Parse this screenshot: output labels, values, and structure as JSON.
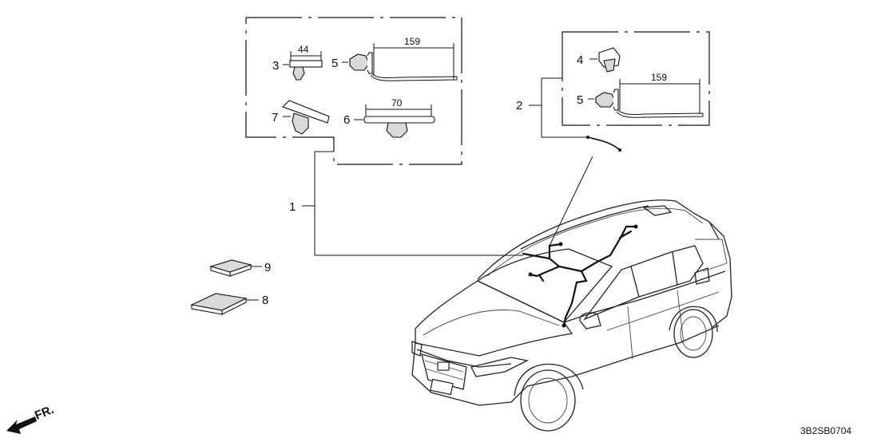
{
  "diagram": {
    "callouts": {
      "c1": "1",
      "c2": "2",
      "c3": "3",
      "c4": "4",
      "c5a": "5",
      "c5b": "5",
      "c6": "6",
      "c7": "7",
      "c8": "8",
      "c9": "9"
    },
    "dimensions": {
      "d44": "44",
      "d159a": "159",
      "d70": "70",
      "d159b": "159"
    },
    "front_marker": "FR.",
    "diagram_code": "3B2SB0704"
  }
}
